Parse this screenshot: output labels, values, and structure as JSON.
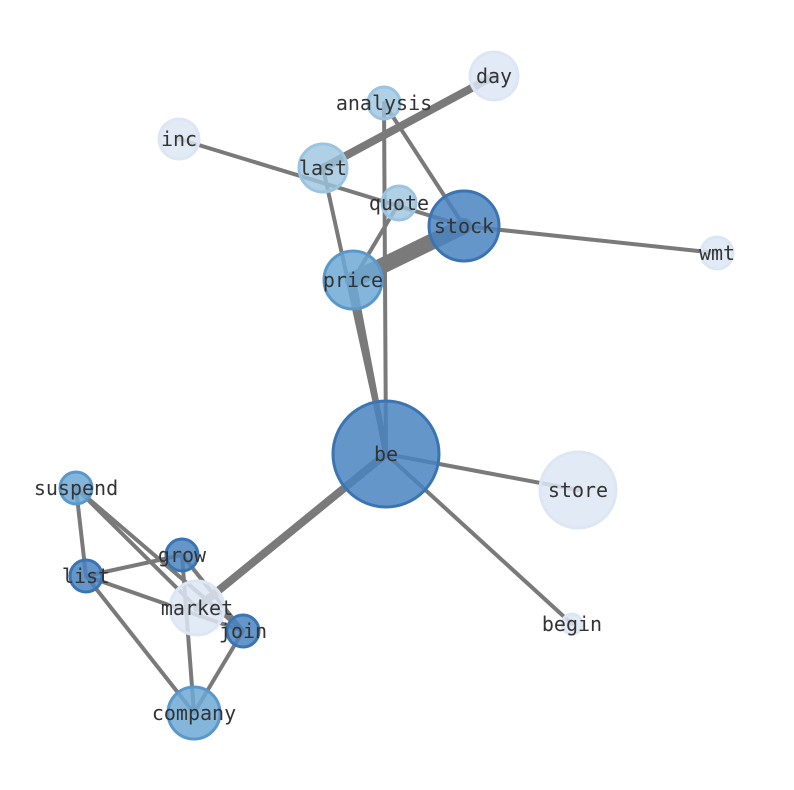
{
  "graph": {
    "nodes": [
      {
        "id": "day",
        "label": "day",
        "weight": 1,
        "level": "pale"
      },
      {
        "id": "analysis",
        "label": "analysis",
        "weight": 1,
        "level": "light"
      },
      {
        "id": "inc",
        "label": "inc",
        "weight": 1,
        "level": "pale"
      },
      {
        "id": "last",
        "label": "last",
        "weight": 2,
        "level": "light"
      },
      {
        "id": "quote",
        "label": "quote",
        "weight": 1,
        "level": "light"
      },
      {
        "id": "stock",
        "label": "stock",
        "weight": 5,
        "level": "dark"
      },
      {
        "id": "wmt",
        "label": "wmt",
        "weight": 1,
        "level": "pale"
      },
      {
        "id": "price",
        "label": "price",
        "weight": 3,
        "level": "mid"
      },
      {
        "id": "be",
        "label": "be",
        "weight": 10,
        "level": "dark"
      },
      {
        "id": "store",
        "label": "store",
        "weight": 6,
        "level": "pale"
      },
      {
        "id": "suspend",
        "label": "suspend",
        "weight": 1,
        "level": "mid"
      },
      {
        "id": "grow",
        "label": "grow",
        "weight": 1,
        "level": "dark"
      },
      {
        "id": "list",
        "label": "list",
        "weight": 1,
        "level": "dark"
      },
      {
        "id": "market",
        "label": "market",
        "weight": 2,
        "level": "pale"
      },
      {
        "id": "join",
        "label": "join",
        "weight": 1,
        "level": "dark"
      },
      {
        "id": "begin",
        "label": "begin",
        "weight": 1,
        "level": "pale"
      },
      {
        "id": "company",
        "label": "company",
        "weight": 3,
        "level": "mid"
      }
    ],
    "edges": [
      {
        "source": "last",
        "target": "day",
        "weight": 2
      },
      {
        "source": "inc",
        "target": "stock",
        "weight": 1
      },
      {
        "source": "analysis",
        "target": "stock",
        "weight": 1
      },
      {
        "source": "analysis",
        "target": "be",
        "weight": 1
      },
      {
        "source": "last",
        "target": "be",
        "weight": 1
      },
      {
        "source": "quote",
        "target": "price",
        "weight": 1
      },
      {
        "source": "price",
        "target": "stock",
        "weight": 4
      },
      {
        "source": "stock",
        "target": "wmt",
        "weight": 1
      },
      {
        "source": "price",
        "target": "be",
        "weight": 1.5
      },
      {
        "source": "be",
        "target": "store",
        "weight": 1
      },
      {
        "source": "be",
        "target": "begin",
        "weight": 1
      },
      {
        "source": "be",
        "target": "market",
        "weight": 2
      },
      {
        "source": "suspend",
        "target": "join",
        "weight": 1
      },
      {
        "source": "suspend",
        "target": "market",
        "weight": 1
      },
      {
        "source": "suspend",
        "target": "list",
        "weight": 1
      },
      {
        "source": "list",
        "target": "grow",
        "weight": 1
      },
      {
        "source": "list",
        "target": "join",
        "weight": 1
      },
      {
        "source": "list",
        "target": "company",
        "weight": 1
      },
      {
        "source": "grow",
        "target": "company",
        "weight": 1
      },
      {
        "source": "grow",
        "target": "join",
        "weight": 1
      },
      {
        "source": "join",
        "target": "company",
        "weight": 1
      }
    ]
  },
  "colors": {
    "edge": "#7a7a7a",
    "label": "#333333",
    "pale": {
      "fill": "#dde6f5",
      "stroke": "#dde6f5"
    },
    "light": {
      "fill": "#9cc4e0",
      "stroke": "#9cc4e0"
    },
    "mid": {
      "fill": "#6fa9d6",
      "stroke": "#5a98cc"
    },
    "dark": {
      "fill": "#4a84c0",
      "stroke": "#3a74b2"
    }
  }
}
